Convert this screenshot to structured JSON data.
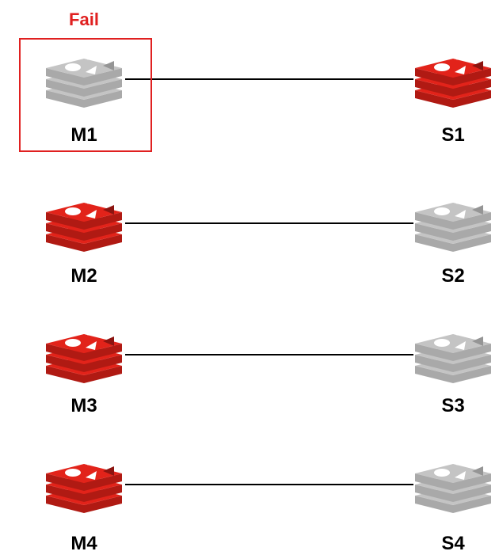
{
  "failure": {
    "label": "Fail",
    "color": "#e02020"
  },
  "colors": {
    "active": {
      "top": "#e2231a",
      "side": "#b01a13",
      "inner": "#8c1410",
      "mark": "#ffffff"
    },
    "inactive": {
      "top": "#c4c4c4",
      "side": "#a9a9a9",
      "inner": "#959595",
      "mark": "#ffffff"
    },
    "link": "#000000"
  },
  "pairs": [
    {
      "master": {
        "label": "M1",
        "state": "inactive",
        "icon": "redis-stack-icon",
        "failed": true
      },
      "slave": {
        "label": "S1",
        "state": "active",
        "icon": "redis-stack-icon"
      }
    },
    {
      "master": {
        "label": "M2",
        "state": "active",
        "icon": "redis-stack-icon",
        "failed": false
      },
      "slave": {
        "label": "S2",
        "state": "inactive",
        "icon": "redis-stack-icon"
      }
    },
    {
      "master": {
        "label": "M3",
        "state": "active",
        "icon": "redis-stack-icon",
        "failed": false
      },
      "slave": {
        "label": "S3",
        "state": "inactive",
        "icon": "redis-stack-icon"
      }
    },
    {
      "master": {
        "label": "M4",
        "state": "active",
        "icon": "redis-stack-icon",
        "failed": false
      },
      "slave": {
        "label": "S4",
        "state": "inactive",
        "icon": "redis-stack-icon"
      }
    }
  ]
}
